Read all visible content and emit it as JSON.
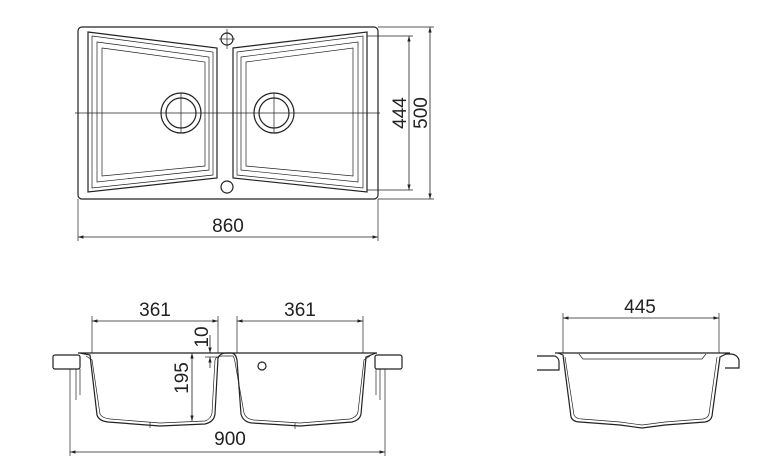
{
  "drawing": {
    "title": "Double bowl kitchen sink dimensions",
    "top_view": {
      "width_label": "860",
      "inner_depth_label": "444",
      "outer_depth_label": "500"
    },
    "front_section": {
      "bowl_left_width_label": "361",
      "bowl_right_width_label": "361",
      "rim_offset_label": "10",
      "bowl_depth_label": "195",
      "overall_width_label": "900"
    },
    "side_section": {
      "bowl_depth_width_label": "445"
    },
    "line_color": "#222222"
  }
}
